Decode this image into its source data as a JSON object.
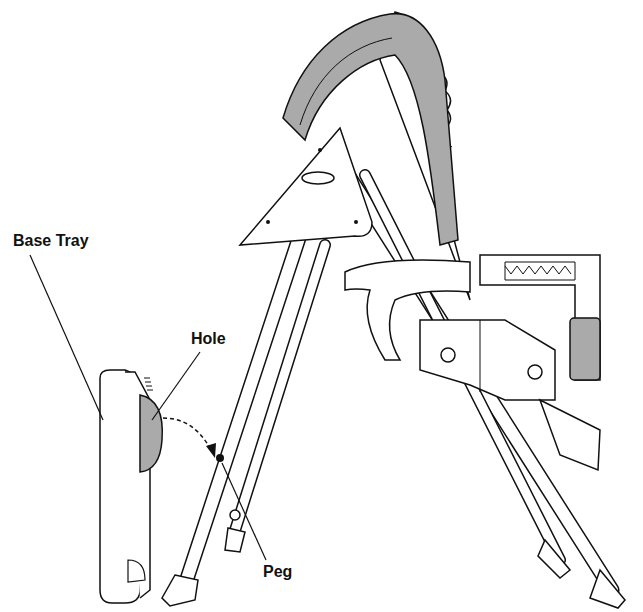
{
  "diagram": {
    "labels": [
      "Base Tray",
      "Hole",
      "Peg"
    ]
  }
}
